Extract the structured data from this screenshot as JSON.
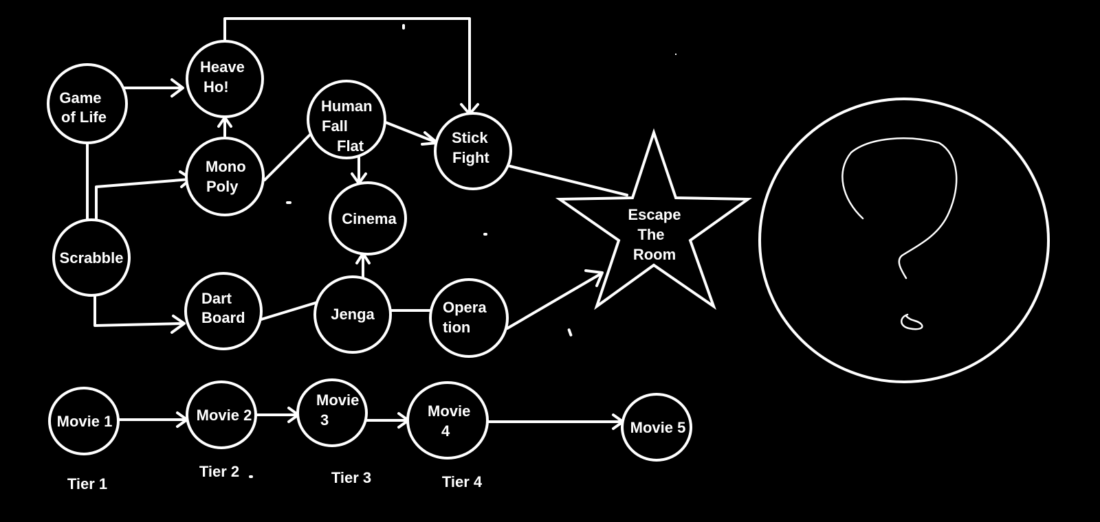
{
  "colors": {
    "background": "#000000",
    "foreground": "#ffffff"
  },
  "nodes": {
    "game_of_life": [
      "Game",
      "of Life"
    ],
    "heave_ho": [
      "Heave",
      "Ho!"
    ],
    "mono_poly": [
      "Mono",
      "Poly"
    ],
    "scrabble": [
      "Scrabble"
    ],
    "human_fall_flat": [
      "Human",
      "Fall",
      "Flat"
    ],
    "cinema": [
      "Cinema"
    ],
    "stick_fight": [
      "Stick",
      "Fight"
    ],
    "dart_board": [
      "Dart",
      "Board"
    ],
    "jenga": [
      "Jenga"
    ],
    "operation": [
      "Opera",
      "tion"
    ],
    "escape_the_room": [
      "Escape",
      "The",
      "Room"
    ],
    "movie_1": [
      "Movie 1"
    ],
    "movie_2": [
      "Movie 2"
    ],
    "movie_3": [
      "Movie",
      "3"
    ],
    "movie_4": [
      "Movie",
      "4"
    ],
    "movie_5": [
      "Movie 5"
    ]
  },
  "tiers": [
    "Tier 1",
    "Tier 2",
    "Tier 3",
    "Tier 4"
  ],
  "mystery_icon": "question-mark-icon"
}
